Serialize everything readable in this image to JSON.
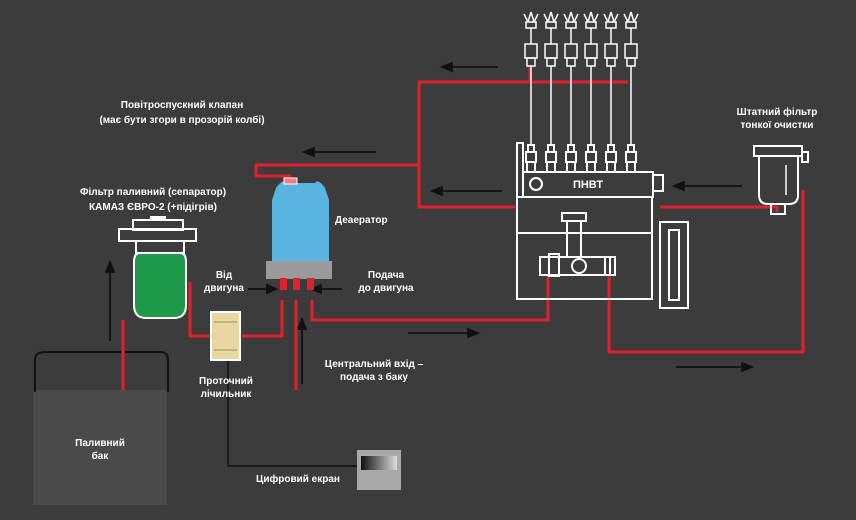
{
  "labels": {
    "air_valve": "Повітроспускний клапан",
    "air_valve_note": "(має бути згори в прозорій колбі)",
    "fuel_filter": "Фільтр паливний (сепаратор)",
    "fuel_filter_model": "КАМАЗ ЄВРО-2 (+підігрів)",
    "deaerator": "Деаератор",
    "from_engine_1": "Від",
    "from_engine_2": "двигуна",
    "supply_1": "Подача",
    "supply_2": "до двигуна",
    "central_inlet_1": "Центральний вхід –",
    "central_inlet_2": "подача з баку",
    "flowmeter_1": "Проточний",
    "flowmeter_2": "лічильник",
    "tank_1": "Паливний",
    "tank_2": "бак",
    "digital_screen": "Цифровий екран",
    "pump": "ПНВТ",
    "fine_filter_1": "Штатний фільтр",
    "fine_filter_2": "тонкої очистки"
  },
  "colors": {
    "background": "#3c3c3c",
    "fuel_line": "#e0202a",
    "outline": "#ffffff",
    "tank": "#4a4a4a",
    "deaerator_body": "#5ab4e0",
    "filter_bowl": "#1e9a4a",
    "flowmeter": "#e6d7a3"
  }
}
